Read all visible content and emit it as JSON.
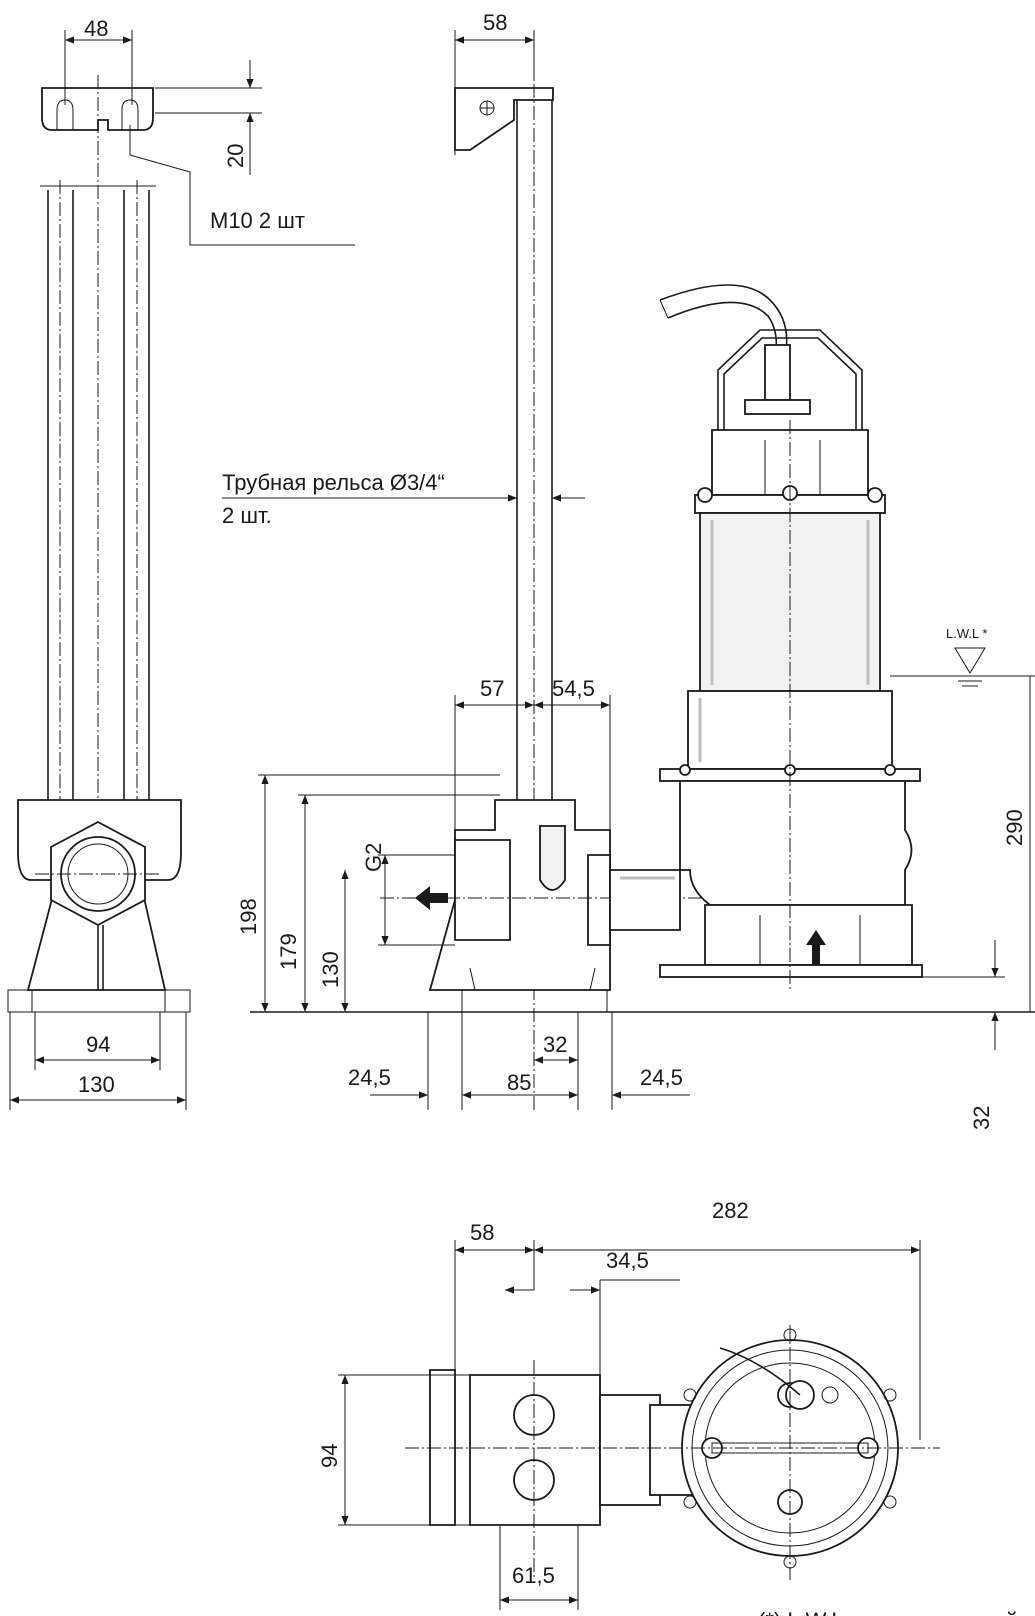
{
  "labels": {
    "dim_48": "48",
    "dim_58_top": "58",
    "dim_20": "20",
    "bolt_note": "M10 2 шт",
    "rail_note_line1": "Трубная рельса Ø3/4“",
    "rail_note_line2": "2 шт.",
    "lwl": "L.W.L *",
    "dim_57": "57",
    "dim_54_5": "54,5",
    "dim_290": "290",
    "dim_198": "198",
    "dim_179": "179",
    "dim_130_v": "130",
    "dim_g2": "G2",
    "dim_94_left": "94",
    "dim_130_h": "130",
    "dim_24_5_left": "24,5",
    "dim_85": "85",
    "dim_32_small": "32",
    "dim_24_5_right": "24,5",
    "dim_32_right": "32",
    "dim_58_bottom": "58",
    "dim_282": "282",
    "dim_34_5": "34,5",
    "dim_94_bottom": "94",
    "dim_61_5": "61,5",
    "footnote": "(*) L.W.L. – минимальный"
  }
}
